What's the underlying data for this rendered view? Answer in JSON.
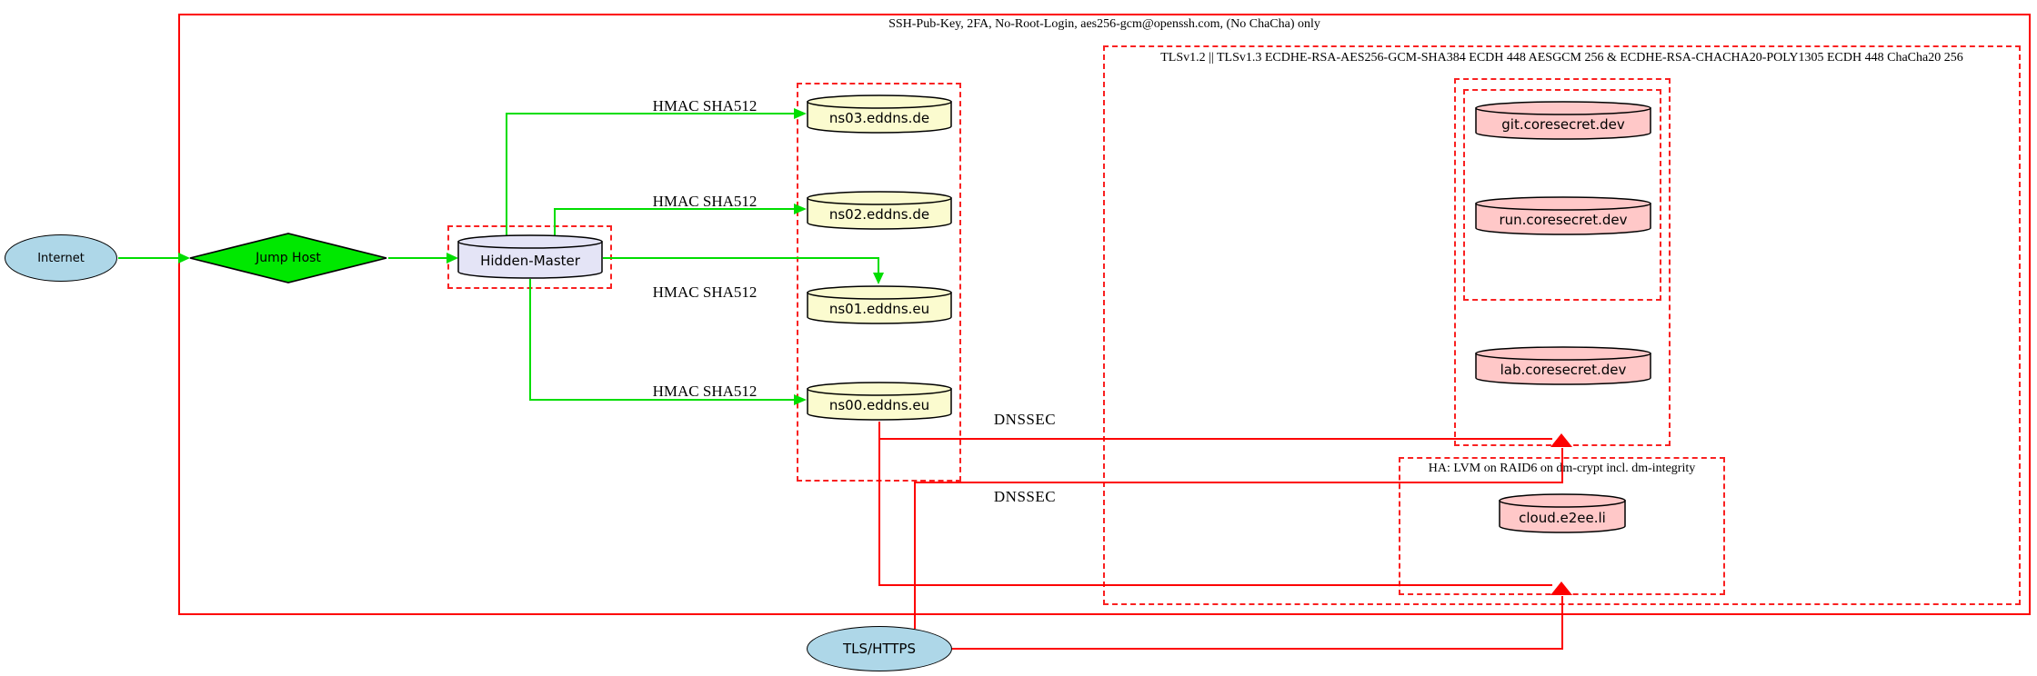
{
  "diagram": {
    "clusters": {
      "ssh": {
        "label": "SSH-Pub-Key, 2FA, No-Root-Login, aes256-gcm@openssh.com, (No ChaCha) only"
      },
      "tls": {
        "label": "TLSv1.2 || TLSv1.3 ECDHE-RSA-AES256-GCM-SHA384 ECDH 448 AESGCM 256 & ECDHE-RSA-CHACHA20-POLY1305 ECDH 448 ChaCha20 256"
      },
      "ha": {
        "label": "HA: LVM on RAID6 on dm-crypt incl. dm-integrity"
      }
    },
    "nodes": {
      "internet": {
        "label": "Internet",
        "shape": "ellipse",
        "fill": "#aed7e8"
      },
      "jump_host": {
        "label": "Jump Host",
        "shape": "diamond",
        "fill": "#00e800"
      },
      "hidden_master": {
        "label": "Hidden-Master",
        "shape": "cylinder",
        "fill": "#e4e4f6"
      },
      "ns03": {
        "label": "ns03.eddns.de",
        "shape": "cylinder",
        "fill": "#fbfbcf"
      },
      "ns02": {
        "label": "ns02.eddns.de",
        "shape": "cylinder",
        "fill": "#fbfbcf"
      },
      "ns01": {
        "label": "ns01.eddns.eu",
        "shape": "cylinder",
        "fill": "#fbfbcf"
      },
      "ns00": {
        "label": "ns00.eddns.eu",
        "shape": "cylinder",
        "fill": "#fbfbcf"
      },
      "git": {
        "label": "git.coresecret.dev",
        "shape": "cylinder",
        "fill": "#ffc8c8"
      },
      "run": {
        "label": "run.coresecret.dev",
        "shape": "cylinder",
        "fill": "#ffc8c8"
      },
      "lab": {
        "label": "lab.coresecret.dev",
        "shape": "cylinder",
        "fill": "#ffc8c8"
      },
      "cloud": {
        "label": "cloud.e2ee.li",
        "shape": "cylinder",
        "fill": "#ffc8c8"
      },
      "tls_https": {
        "label": "TLS/HTTPS",
        "shape": "ellipse",
        "fill": "#aed7e8"
      }
    },
    "edge_labels": {
      "hmac1": "HMAC SHA512",
      "hmac2": "HMAC SHA512",
      "hmac3": "HMAC SHA512",
      "hmac4": "HMAC SHA512",
      "dnssec1": "DNSSEC",
      "dnssec2": "DNSSEC"
    },
    "colors": {
      "edge_green": "#00dd00",
      "edge_red": "#fd0000",
      "cluster_border_red": "#f92121",
      "node_yellow": "#fbfbcf",
      "node_lavender": "#e4e4f6",
      "node_pink": "#ffc8c8",
      "node_blue": "#aed7e8",
      "black": "#000000"
    }
  }
}
